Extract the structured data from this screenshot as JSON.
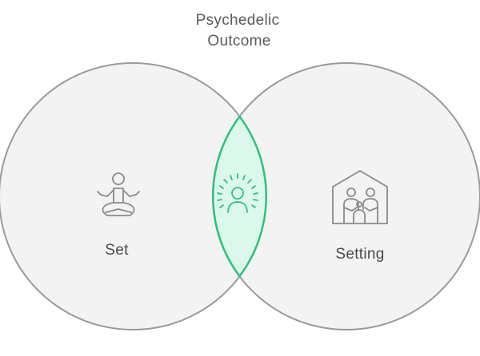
{
  "title": {
    "line1": "Psychedelic",
    "line2": "Outcome"
  },
  "left_circle": {
    "label": "Set",
    "icon": "meditation-icon"
  },
  "right_circle": {
    "label": "Setting",
    "icon": "family-house-icon"
  },
  "intersection": {
    "icon": "radiant-person-icon"
  },
  "colors": {
    "circle_fill": "#f3f3f3",
    "circle_stroke": "#9a9a9a",
    "overlap_fill": "#dcf8ec",
    "overlap_stroke": "#2ec27e",
    "icon_gray": "#8a8a8a",
    "text": "#4a4a4a"
  }
}
